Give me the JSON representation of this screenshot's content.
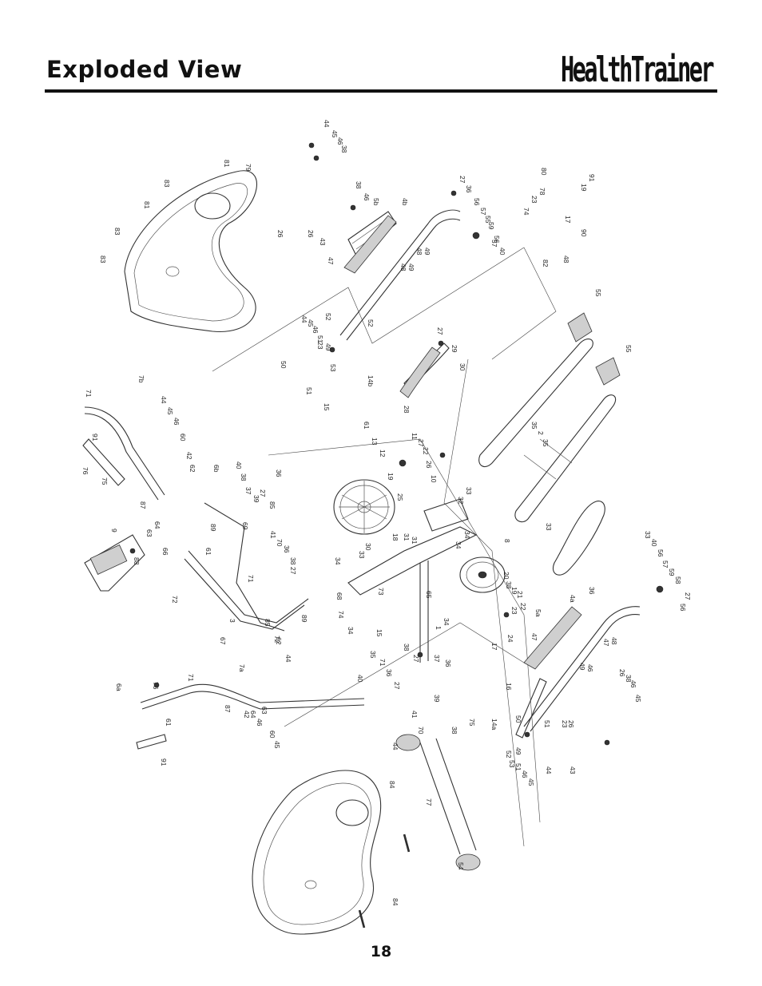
{
  "header": {
    "title": "Exploded View",
    "brand": "HealthTrainer"
  },
  "footer": {
    "page_number": "18"
  },
  "part_labels": [
    "81",
    "79",
    "83",
    "81",
    "83",
    "83",
    "44",
    "45",
    "46",
    "38",
    "38",
    "46",
    "5b",
    "26",
    "26",
    "43",
    "47",
    "4b",
    "27",
    "36",
    "56",
    "57",
    "55",
    "59",
    "56",
    "57",
    "40",
    "48",
    "49",
    "48",
    "49",
    "80",
    "19",
    "91",
    "23",
    "78",
    "74",
    "17",
    "90",
    "82",
    "48",
    "44",
    "45",
    "46",
    "51",
    "52",
    "23",
    "49",
    "52",
    "50",
    "53",
    "51",
    "15",
    "14b",
    "27",
    "29",
    "30",
    "28",
    "55",
    "55",
    "35",
    "2",
    "35",
    "7b",
    "71",
    "44",
    "45",
    "46",
    "60",
    "42",
    "62",
    "91",
    "76",
    "75",
    "6b",
    "40",
    "38",
    "36",
    "37",
    "39",
    "27",
    "87",
    "64",
    "63",
    "9",
    "66",
    "88",
    "72",
    "69",
    "89",
    "61",
    "85",
    "41",
    "70",
    "36",
    "38",
    "27",
    "71",
    "3",
    "67",
    "85",
    "89",
    "72",
    "61",
    "13",
    "12",
    "11",
    "27",
    "22",
    "26",
    "19",
    "10",
    "25",
    "32",
    "33",
    "34",
    "34",
    "33",
    "8",
    "18",
    "31",
    "31",
    "30",
    "33",
    "34",
    "68",
    "73",
    "74",
    "34",
    "65",
    "1",
    "34",
    "33",
    "40",
    "56",
    "57",
    "59",
    "58",
    "56",
    "27",
    "36",
    "4a",
    "5a",
    "47",
    "47",
    "48",
    "49",
    "46",
    "38",
    "20",
    "19",
    "21",
    "22",
    "23",
    "24",
    "17",
    "16",
    "15",
    "35",
    "71",
    "27",
    "38",
    "36",
    "37",
    "36",
    "27",
    "39",
    "41",
    "70",
    "38",
    "40",
    "6a",
    "76",
    "71",
    "7a",
    "87",
    "42",
    "64",
    "63",
    "46",
    "60",
    "45",
    "44",
    "62",
    "61",
    "91",
    "75",
    "14a",
    "50",
    "51",
    "23",
    "49",
    "52",
    "53",
    "51",
    "46",
    "45",
    "44",
    "26",
    "43",
    "26",
    "38",
    "46",
    "45",
    "44",
    "84",
    "77",
    "54",
    "84",
    "81"
  ]
}
